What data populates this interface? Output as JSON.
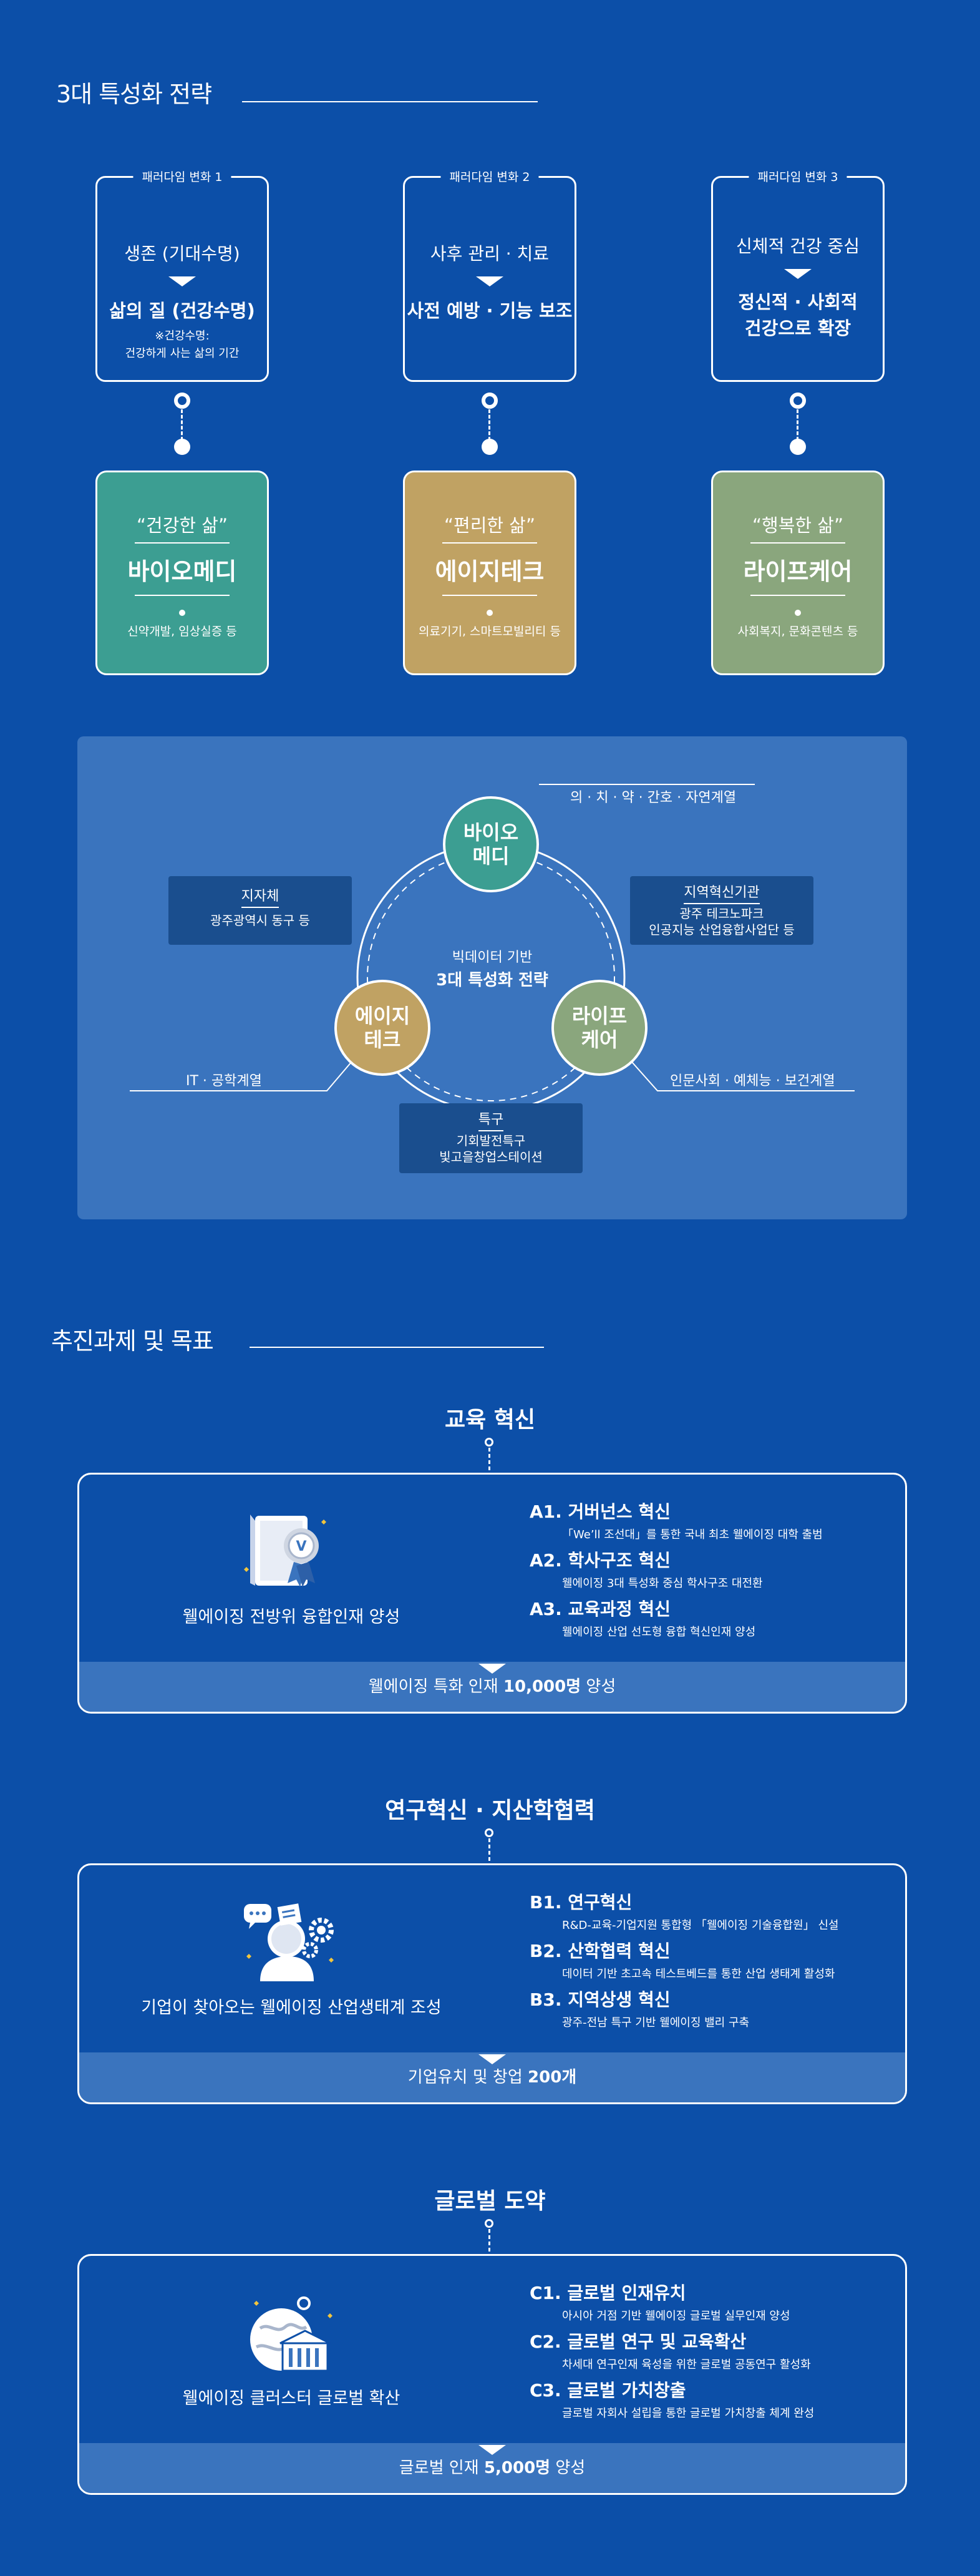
{
  "section1": {
    "title": "3대 특성화 전략"
  },
  "paradigms": [
    {
      "tag": "패러다임 변화 1",
      "from": "생존 (기대수명)",
      "to": "삶의 질 (건강수명)",
      "note1": "※건강수명:",
      "note2": "건강하게 사는 삶의 기간"
    },
    {
      "tag": "패러다임 변화 2",
      "from": "사후 관리 · 치료",
      "to": "사전 예방 · 기능 보조"
    },
    {
      "tag": "패러다임 변화 3",
      "from": "신체적 건강 중심",
      "to1": "정신적 · 사회적",
      "to2": "건강으로 확장"
    }
  ],
  "categories": [
    {
      "quote": "“건강한 삶”",
      "name": "바이오메디",
      "desc": "신약개발, 임상실증 등",
      "color": "#3c9e92"
    },
    {
      "quote": "“편리한 삶”",
      "name": "에이지테크",
      "desc": "의료기기, 스마트모빌리티 등",
      "color": "#c0a263"
    },
    {
      "quote": "“행복한 삶”",
      "name": "라이프케어",
      "desc": "사회복지, 문화콘텐츠 등",
      "color": "#8aa67d"
    }
  ],
  "diagram": {
    "center1": "빅데이터 기반",
    "center2": "3대 특성화 전략",
    "bio1": "바이오",
    "bio2": "메디",
    "age1": "에이지",
    "age2": "테크",
    "life1": "라이프",
    "life2": "케어",
    "bio_label": "의 · 치 · 약 · 간호 · 자연계열",
    "age_label": "IT · 공학계열",
    "life_label": "인문사회 · 예체능 · 보건계열",
    "left_box": {
      "title": "지자체",
      "line1": "광주광역시 동구 등"
    },
    "right_box": {
      "title": "지역혁신기관",
      "line1": "광주 테크노파크",
      "line2": "인공지능 산업융합사업단 등"
    },
    "bottom_box": {
      "title": "특구",
      "line1": "기회발전특구",
      "line2": "빛고을창업스테이션"
    },
    "colors": {
      "bio": "#3c9e92",
      "age": "#c0a263",
      "life": "#8aa67d"
    }
  },
  "section2": {
    "title": "추진과제 및 목표"
  },
  "goals": [
    {
      "title": "교육 혁신",
      "caption": "웰에이징 전방위 융합인재 양성",
      "icon": "certificate-icon",
      "items": [
        {
          "h": "A1. 거버넌스 혁신",
          "s": "「We’ll 조선대」를 통한 국내 최초 웰에이징 대학 출범"
        },
        {
          "h": "A2. 학사구조 혁신",
          "s": "웰에이징 3대 특성화 중심 학사구조 대전환"
        },
        {
          "h": "A3. 교육과정 혁신",
          "s": "웰에이징 산업 선도형 융합 혁신인재 양성"
        }
      ],
      "band_pre": "웰에이징 특화 인재 ",
      "band_bold": "10,000명",
      "band_post": " 양성"
    },
    {
      "title": "연구혁신 · 지산학협력",
      "caption": "기업이 찾아오는 웰에이징 산업생태계 조성",
      "icon": "researcher-icon",
      "items": [
        {
          "h": "B1. 연구혁신",
          "s": "R&D-교육-기업지원 통합형 「웰에이징 기술융합원」 신설"
        },
        {
          "h": "B2. 산학협력 혁신",
          "s": "데이터 기반 초고속 테스트베드를 통한 산업 생태계 활성화"
        },
        {
          "h": "B3. 지역상생 혁신",
          "s": "광주-전남 특구 기반 웰에이징 밸리 구축"
        }
      ],
      "band_pre": "기업유치 및 창업 ",
      "band_bold": "200개",
      "band_post": ""
    },
    {
      "title": "글로벌 도약",
      "caption": "웰에이징 클러스터 글로벌 확산",
      "icon": "globe-icon",
      "items": [
        {
          "h": "C1. 글로벌 인재유치",
          "s": "아시아 거점 기반 웰에이징 글로벌 실무인재 양성"
        },
        {
          "h": "C2. 글로벌 연구 및 교육확산",
          "s": "차세대 연구인재 육성을 위한 글로벌 공동연구 활성화"
        },
        {
          "h": "C3. 글로벌 가치창출",
          "s": "글로벌 자회사 설립을 통한 글로벌 가치창출 체계 완성"
        }
      ],
      "band_pre": "글로벌 인재 ",
      "band_bold": "5,000명",
      "band_post": " 양성"
    }
  ]
}
